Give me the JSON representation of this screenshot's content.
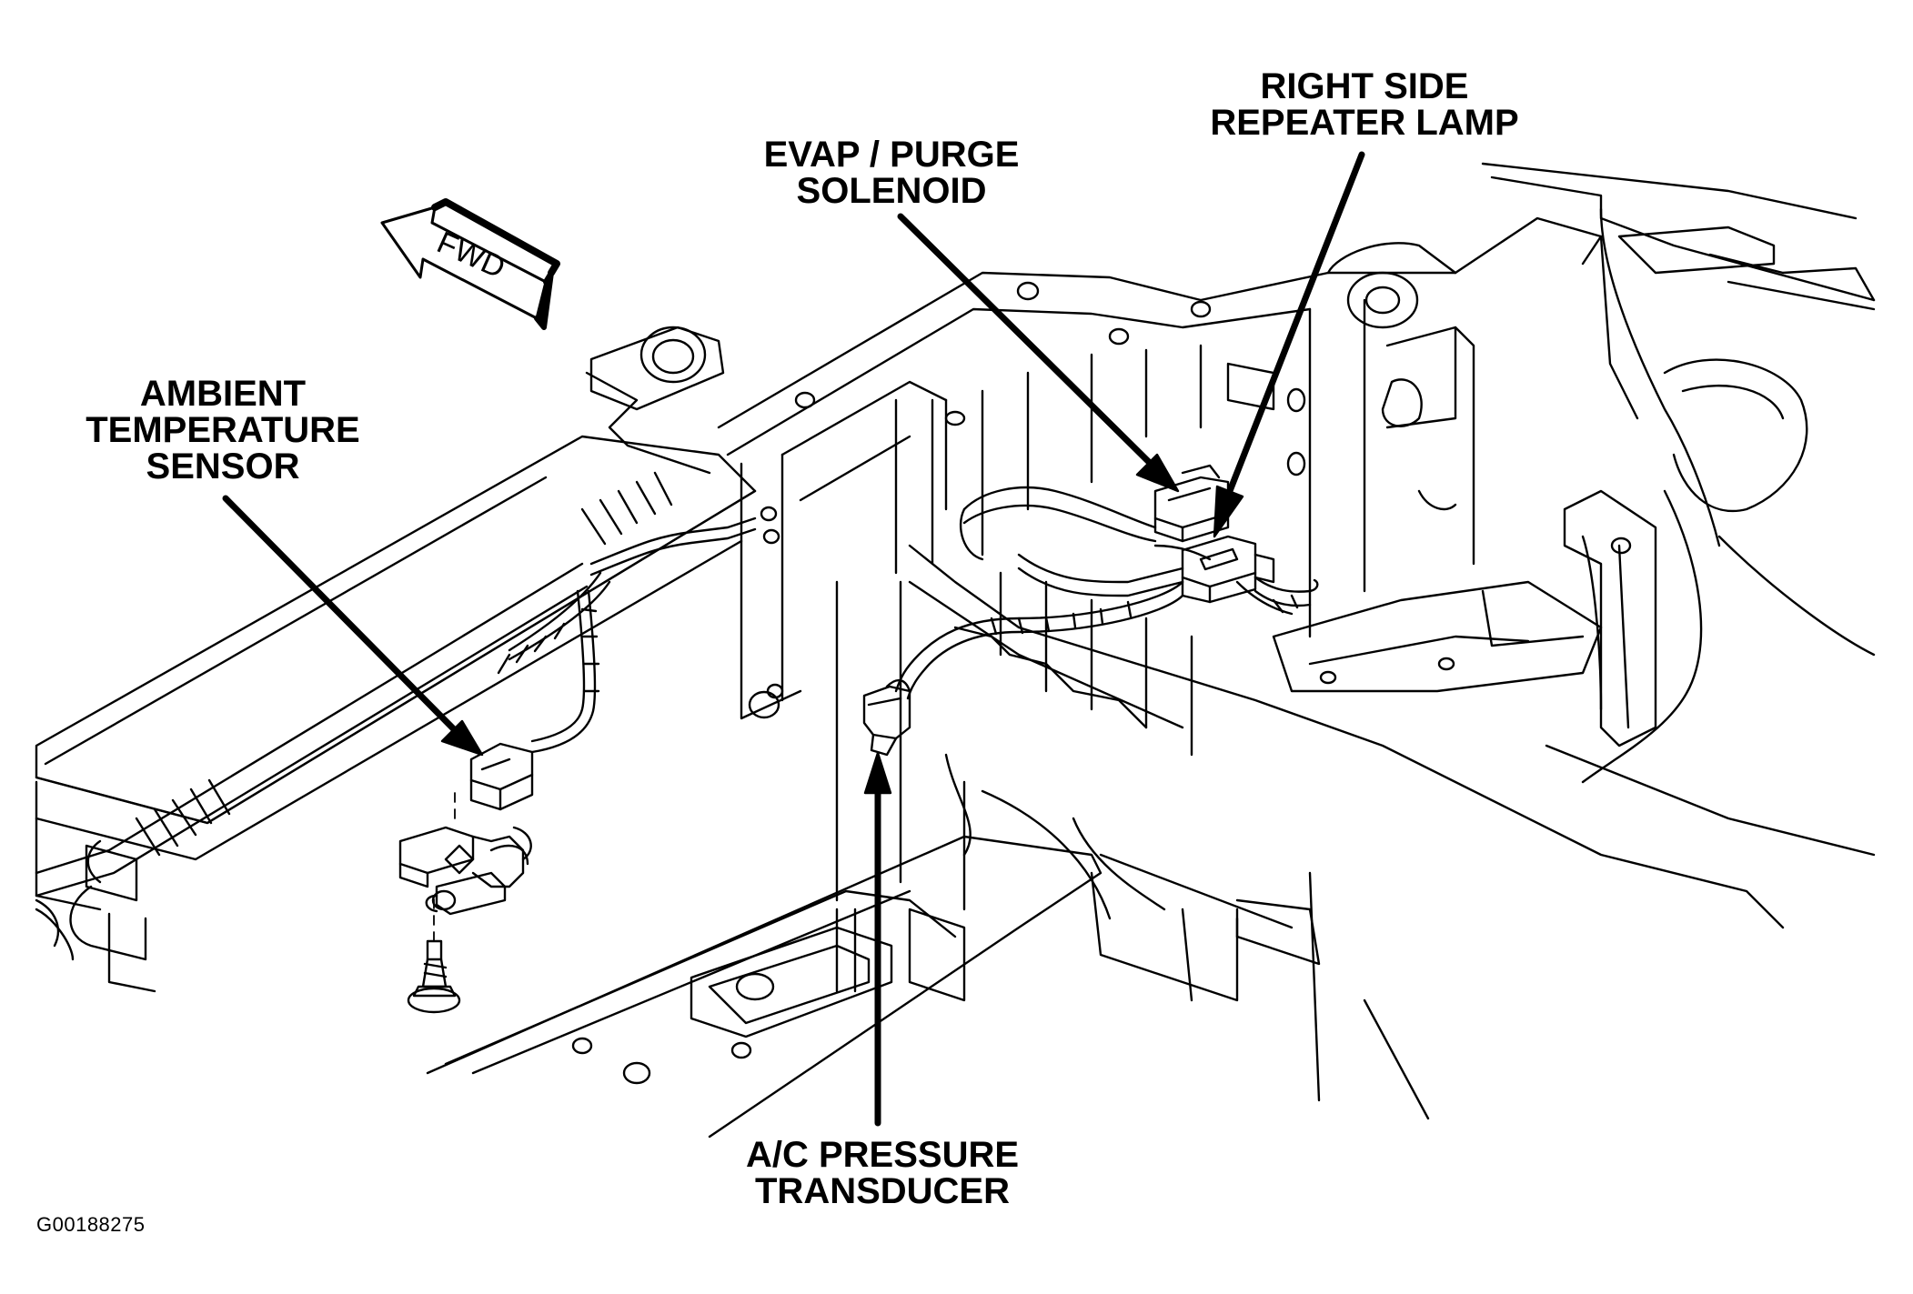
{
  "labels": {
    "right_side_repeater_lamp": [
      "RIGHT SIDE",
      "REPEATER LAMP"
    ],
    "evap_purge_solenoid": [
      "EVAP / PURGE",
      "SOLENOID"
    ],
    "ambient_temperature_sensor": [
      "AMBIENT",
      "TEMPERATURE",
      "SENSOR"
    ],
    "ac_pressure_transducer": [
      "A/C PRESSURE",
      "TRANSDUCER"
    ]
  },
  "fwd_arrow_text": "FWD",
  "figure_id": "G00188275",
  "colors": {
    "ink": "#000000",
    "paper": "#ffffff"
  }
}
